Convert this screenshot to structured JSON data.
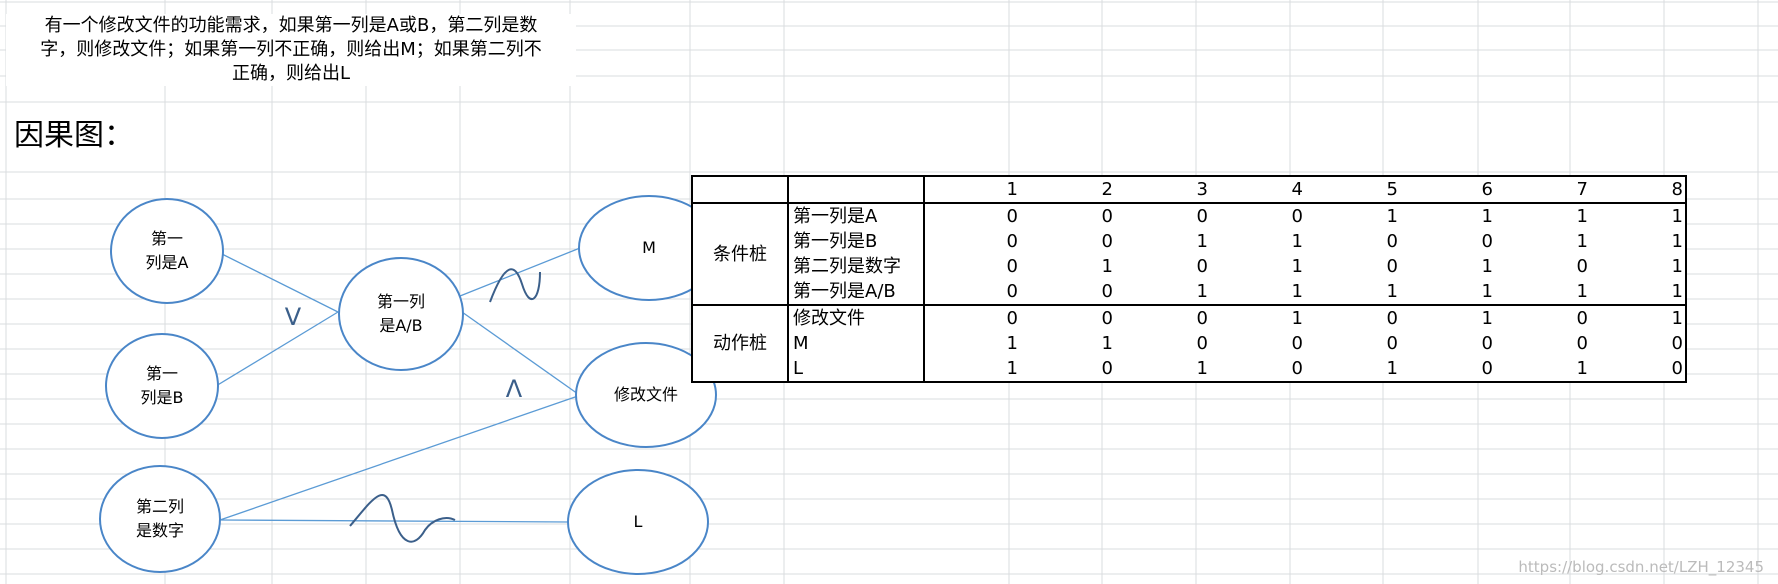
{
  "problem": {
    "line1": "有一个修改文件的功能需求，如果第一列是A或B，第二列是数",
    "line2": "字，则修改文件；如果第一列不正确，则给出M；如果第二列不",
    "line3": "正确，则给出L"
  },
  "diagram": {
    "title": "因果图：",
    "nodes": {
      "c1": "第一\n列是A",
      "c2": "第一\n列是B",
      "c3": "第二列\n是数字",
      "mid": "第一列\n是A/B",
      "e_m": "M",
      "e_mod": "修改文件",
      "e_l": "L"
    },
    "symbols": {
      "or": "V",
      "and": "Λ"
    }
  },
  "table": {
    "columns": [
      "1",
      "2",
      "3",
      "4",
      "5",
      "6",
      "7",
      "8"
    ],
    "condition_group": "条件桩",
    "action_group": "动作桩",
    "conditions": [
      {
        "label": "第一列是A",
        "values": [
          "0",
          "0",
          "0",
          "0",
          "1",
          "1",
          "1",
          "1"
        ]
      },
      {
        "label": "第一列是B",
        "values": [
          "0",
          "0",
          "1",
          "1",
          "0",
          "0",
          "1",
          "1"
        ]
      },
      {
        "label": "第二列是数字",
        "values": [
          "0",
          "1",
          "0",
          "1",
          "0",
          "1",
          "0",
          "1"
        ]
      },
      {
        "label": "第一列是A/B",
        "values": [
          "0",
          "0",
          "1",
          "1",
          "1",
          "1",
          "1",
          "1"
        ]
      }
    ],
    "actions": [
      {
        "label": "修改文件",
        "values": [
          "0",
          "0",
          "0",
          "1",
          "0",
          "1",
          "0",
          "1"
        ]
      },
      {
        "label": "M",
        "values": [
          "1",
          "1",
          "0",
          "0",
          "0",
          "0",
          "0",
          "0"
        ]
      },
      {
        "label": "L",
        "values": [
          "1",
          "0",
          "1",
          "0",
          "1",
          "0",
          "1",
          "0"
        ]
      }
    ]
  },
  "watermark": "https://blog.csdn.net/LZH_12345",
  "colors": {
    "grid": "#dadcdf",
    "bubble_stroke": "#4a86c8",
    "link": "#5b9bd5",
    "squiggle": "#3b5f8a",
    "border": "#000000"
  }
}
